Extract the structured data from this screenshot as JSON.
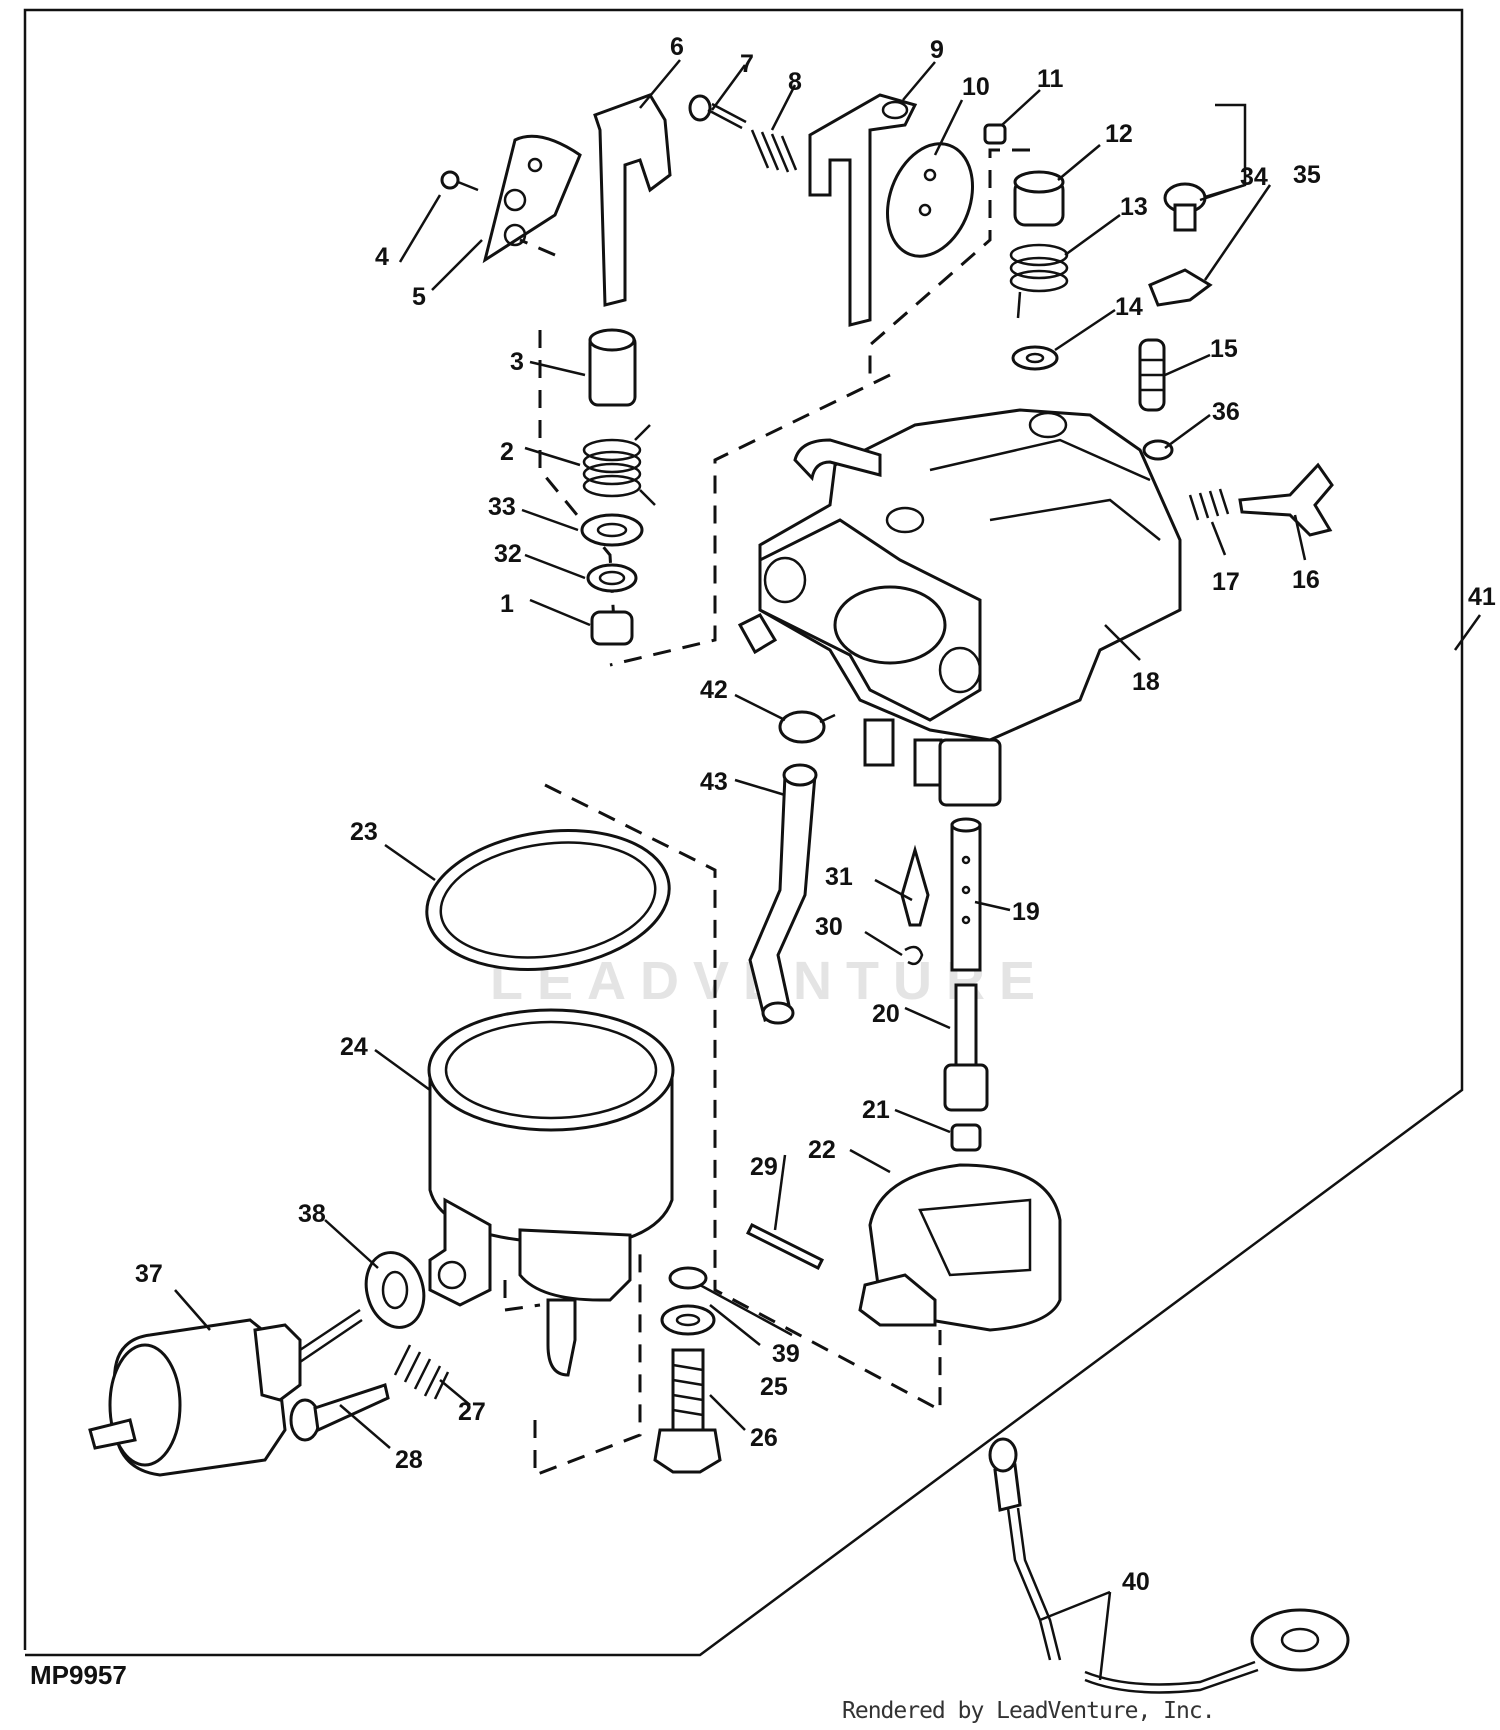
{
  "figure": {
    "id_label": "MP9957",
    "credit": "Rendered by LeadVenture, Inc.",
    "watermark": "LEADVENTURE"
  },
  "callouts": [
    "1",
    "2",
    "3",
    "4",
    "5",
    "6",
    "7",
    "8",
    "9",
    "10",
    "11",
    "12",
    "13",
    "14",
    "15",
    "16",
    "17",
    "18",
    "19",
    "20",
    "21",
    "22",
    "23",
    "24",
    "25",
    "26",
    "27",
    "28",
    "29",
    "30",
    "31",
    "32",
    "33",
    "34",
    "35",
    "36",
    "37",
    "38",
    "39",
    "40",
    "41",
    "42",
    "43"
  ]
}
